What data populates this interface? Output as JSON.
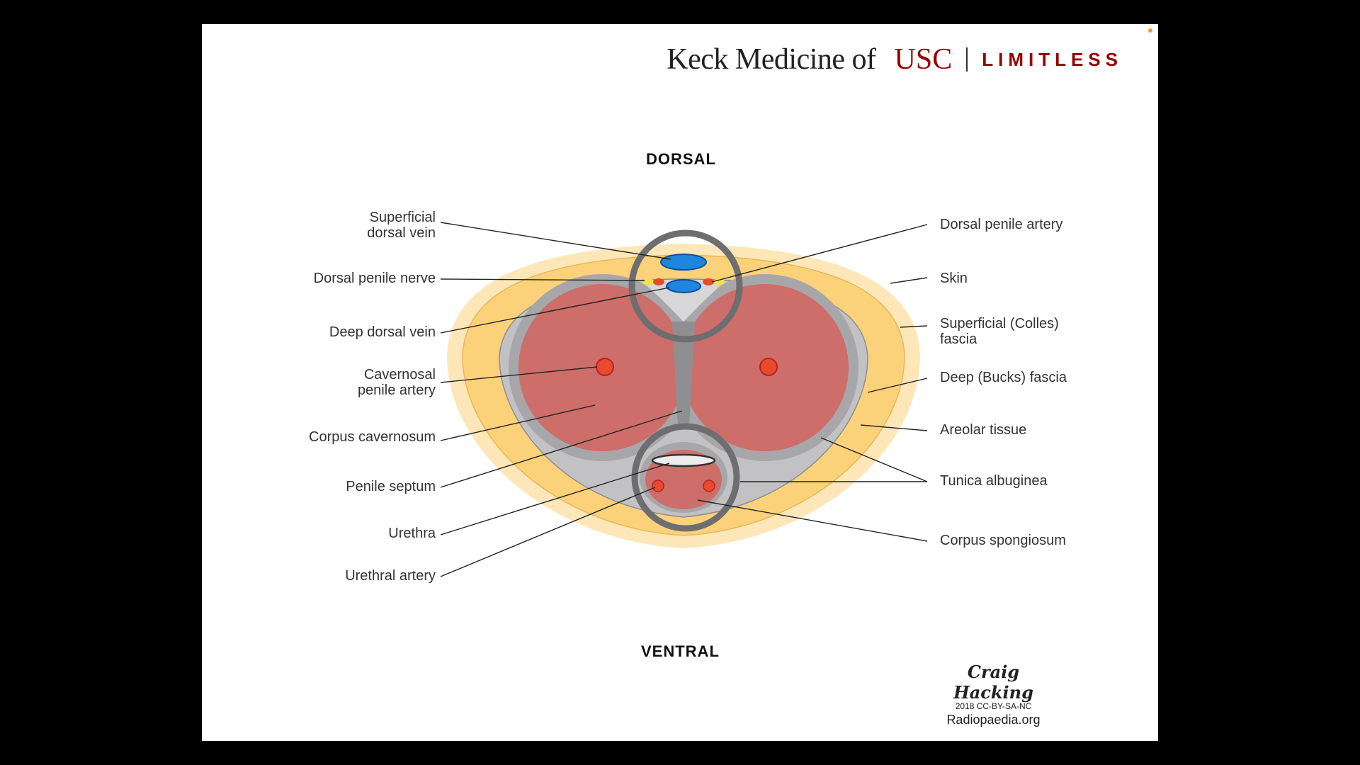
{
  "brand": {
    "name": "Keck Medicine of",
    "usc": "USC",
    "tagline": "LIMITLESS",
    "accent": "#990000"
  },
  "orientation": {
    "top": "DORSAL",
    "bottom": "VENTRAL"
  },
  "labels_left": [
    {
      "id": "superficial-dorsal-vein",
      "line1": "Superficial",
      "line2": "dorsal  vein"
    },
    {
      "id": "dorsal-penile-nerve",
      "line1": "Dorsal penile nerve",
      "line2": ""
    },
    {
      "id": "deep-dorsal-vein",
      "line1": "Deep dorsal vein",
      "line2": ""
    },
    {
      "id": "cavernosal-penile-artery",
      "line1": "Cavernosal",
      "line2": "penile artery"
    },
    {
      "id": "corpus-cavernosum",
      "line1": "Corpus cavernosum",
      "line2": ""
    },
    {
      "id": "penile-septum",
      "line1": "Penile septum",
      "line2": ""
    },
    {
      "id": "urethra",
      "line1": "Urethra",
      "line2": ""
    },
    {
      "id": "urethral-artery",
      "line1": "Urethral artery",
      "line2": ""
    }
  ],
  "labels_right": [
    {
      "id": "dorsal-penile-artery",
      "line1": "Dorsal penile artery",
      "line2": ""
    },
    {
      "id": "skin",
      "line1": "Skin",
      "line2": ""
    },
    {
      "id": "superficial-colles-fascia",
      "line1": "Superficial (Colles)",
      "line2": "fascia"
    },
    {
      "id": "deep-bucks-fascia",
      "line1": "Deep (Bucks) fascia",
      "line2": ""
    },
    {
      "id": "areolar-tissue",
      "line1": "Areolar tissue",
      "line2": ""
    },
    {
      "id": "tunica-albuginea",
      "line1": "Tunica albuginea",
      "line2": ""
    },
    {
      "id": "corpus-spongiosum",
      "line1": "Corpus spongiosum",
      "line2": ""
    }
  ],
  "credit": {
    "author": "Craig Hacking",
    "license": "2018 CC-BY-SA-NC",
    "site": "Radiopaedia.org"
  },
  "colors": {
    "skin": "#fde7b8",
    "colles": "#fbd17a",
    "bucks": "#c2c2c4",
    "tunica": "#a7a7aa",
    "erectile": "#cd6e6a",
    "vein": "#1f86e0",
    "artery": "#e84a2e",
    "nerve": "#f5e04a",
    "ring": "#6e6e70"
  }
}
